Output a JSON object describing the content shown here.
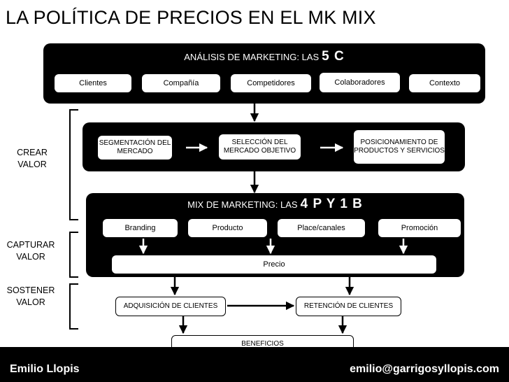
{
  "title": "LA POLÍTICA DE PRECIOS EN EL MK MIX",
  "analysis": {
    "title": "ANÁLISIS DE MARKETING: LAS",
    "title_big": "5 C",
    "items": [
      "Clientes",
      "Compañía",
      "Competidores",
      "Colaboradores",
      "Contexto"
    ]
  },
  "create": {
    "items": [
      "SEGMENTACIÓN DEL MERCADO",
      "SELECCIÓN DEL MERCADO OBJETIVO",
      "POSICIONAMIENTO DE PRODUCTOS Y SERVICIOS"
    ]
  },
  "mix": {
    "title": "MIX DE MARKETING: LAS",
    "title_big": "4 P Y 1 B",
    "items": [
      "Branding",
      "Producto",
      "Place/canales",
      "Promoción"
    ],
    "price": "Precio"
  },
  "sustain": {
    "acquisition": "ADQUISICIÓN DE CLIENTES",
    "retention": "RETENCIÓN DE CLIENTES",
    "benefits": "BENEFICIOS"
  },
  "side_labels": {
    "create": [
      "CREAR",
      "VALOR"
    ],
    "capture": [
      "CAPTURAR",
      "VALOR"
    ],
    "sustain": [
      "SOSTENER",
      "VALOR"
    ]
  },
  "footer": {
    "author": "Emilio Llopis",
    "email": "emilio@garrigosyllopis.com"
  }
}
